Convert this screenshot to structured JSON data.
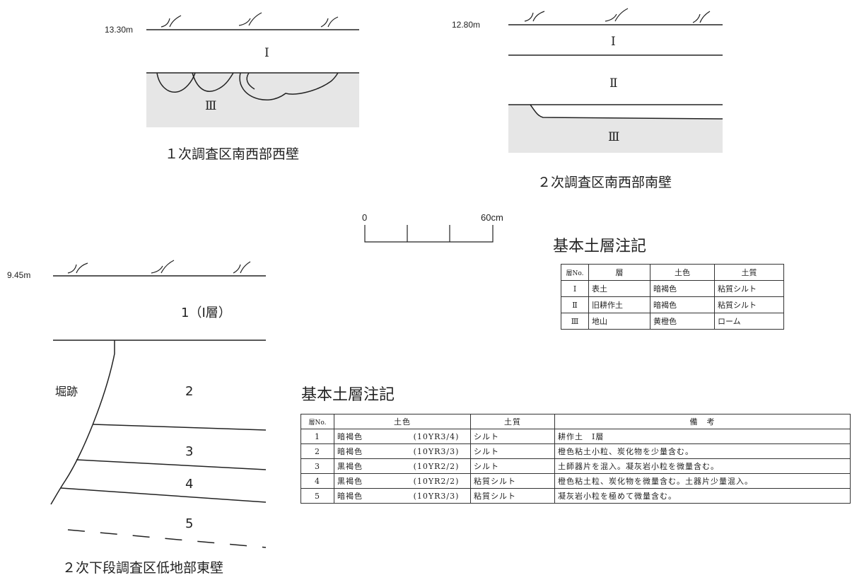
{
  "sections": {
    "s1": {
      "elevation": "13.30m",
      "layers": [
        "Ⅰ",
        "Ⅲ"
      ],
      "caption": "１次調査区南西部西壁"
    },
    "s2": {
      "elevation": "12.80m",
      "layers": [
        "Ⅰ",
        "Ⅱ",
        "Ⅲ"
      ],
      "caption": "２次調査区南西部南壁"
    },
    "s3": {
      "elevation": "9.45m",
      "layers": [
        "1（Ⅰ層）",
        "2",
        "3",
        "4",
        "5"
      ],
      "feature_label": "堀跡",
      "caption": "２次下段調査区低地部東壁"
    }
  },
  "scale": {
    "start": "0",
    "end": "60cm"
  },
  "table1": {
    "title": "基本土層注記",
    "headers": [
      "層No.",
      "層",
      "土色",
      "土質"
    ],
    "rows": [
      [
        "Ⅰ",
        "表土",
        "暗褐色",
        "粘質シルト"
      ],
      [
        "Ⅱ",
        "旧耕作土",
        "暗褐色",
        "粘質シルト"
      ],
      [
        "Ⅲ",
        "地山",
        "黄橙色",
        "ローム"
      ]
    ]
  },
  "table2": {
    "title": "基本土層注記",
    "headers": [
      "層No.",
      "土色",
      "土質",
      "備　考"
    ],
    "rows": [
      [
        "1",
        "暗褐色",
        "(10YR3/4)",
        "シルト",
        "耕作土　Ⅰ層"
      ],
      [
        "2",
        "暗褐色",
        "(10YR3/3)",
        "シルト",
        "橙色粘土小粒、炭化物を少量含む。"
      ],
      [
        "3",
        "黒褐色",
        "(10YR2/2)",
        "シルト",
        "土師器片を混入。凝灰岩小粒を微量含む。"
      ],
      [
        "4",
        "黒褐色",
        "(10YR2/2)",
        "粘質シルト",
        "橙色粘土粒、炭化物を微量含む。土器片少量混入。"
      ],
      [
        "5",
        "暗褐色",
        "(10YR3/3)",
        "粘質シルト",
        "凝灰岩小粒を極めて微量含む。"
      ]
    ]
  },
  "colors": {
    "subsoil_fill": "#e6e6e6",
    "line": "#222222"
  }
}
